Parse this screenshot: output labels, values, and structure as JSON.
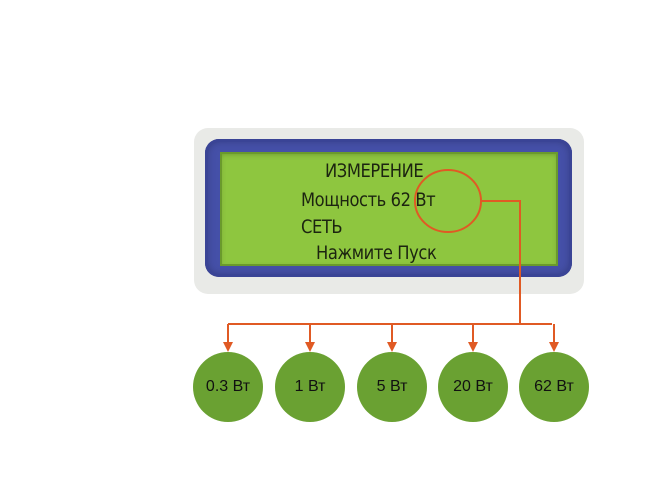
{
  "display": {
    "line1": "ИЗМЕРЕНИЕ",
    "line2": "Мощность 62 Вт",
    "line3": "СЕТЬ",
    "line4": "Нажмите Пуск"
  },
  "options": [
    "0.3 Вт",
    "1 Вт",
    "5 Вт",
    "20 Вт",
    "62 Вт"
  ],
  "colors": {
    "lcd_background": "#8ec63f",
    "bezel": "#4550a8",
    "highlight": "#e05a24",
    "option_circle": "#6aa132"
  }
}
